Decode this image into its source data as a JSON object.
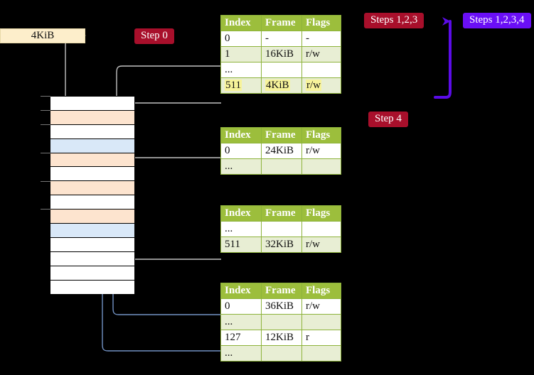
{
  "labels": {
    "size_label": "4KiB",
    "step0": "Step 0",
    "steps123": "Steps 1,2,3",
    "steps1234": "Steps 1,2,3,4",
    "step4": "Step 4"
  },
  "colors": {
    "badge_red": "#a80f2b",
    "badge_violet": "#6a0ff5",
    "table_header": "#9cbe3c",
    "table_alt_row": "#e8eed4",
    "highlight": "#f7f39a",
    "mem_peach": "#fde4cf",
    "mem_blue": "#d9e8f8",
    "label_bg": "#fdeecb",
    "connector_gray": "#b3b3b3",
    "connector_blue": "#7292c4",
    "background": "#000000"
  },
  "tables": {
    "headers": [
      "Index",
      "Frame",
      "Flags"
    ],
    "level4": {
      "name": "page-table-level-4",
      "rows": [
        {
          "index": "0",
          "frame": "-",
          "flags": "-",
          "alt": false,
          "highlight": false
        },
        {
          "index": "1",
          "frame": "16KiB",
          "flags": "r/w",
          "alt": true,
          "highlight": false
        },
        {
          "index": "...",
          "frame": "",
          "flags": "",
          "alt": false,
          "highlight": false
        },
        {
          "index": "511",
          "frame": "4KiB",
          "flags": "r/w",
          "alt": true,
          "highlight": true
        }
      ]
    },
    "level3": {
      "name": "page-table-level-3",
      "rows": [
        {
          "index": "0",
          "frame": "24KiB",
          "flags": "r/w",
          "alt": false,
          "highlight": false
        },
        {
          "index": "...",
          "frame": "",
          "flags": "",
          "alt": true,
          "highlight": false
        }
      ]
    },
    "level2": {
      "name": "page-table-level-2",
      "rows": [
        {
          "index": "...",
          "frame": "",
          "flags": "",
          "alt": false,
          "highlight": false
        },
        {
          "index": "511",
          "frame": "32KiB",
          "flags": "r/w",
          "alt": true,
          "highlight": false
        }
      ]
    },
    "level1": {
      "name": "page-table-level-1",
      "rows": [
        {
          "index": "0",
          "frame": "36KiB",
          "flags": "r/w",
          "alt": false,
          "highlight": false
        },
        {
          "index": "...",
          "frame": "",
          "flags": "",
          "alt": true,
          "highlight": false
        },
        {
          "index": "127",
          "frame": "12KiB",
          "flags": "r",
          "alt": false,
          "highlight": false
        },
        {
          "index": "...",
          "frame": "",
          "flags": "",
          "alt": true,
          "highlight": false
        }
      ]
    }
  },
  "memory_grid": {
    "name": "physical-memory-grid",
    "row_count": 14,
    "rows": [
      {
        "fill": "white"
      },
      {
        "fill": "peach"
      },
      {
        "fill": "white"
      },
      {
        "fill": "blue"
      },
      {
        "fill": "peach"
      },
      {
        "fill": "white"
      },
      {
        "fill": "peach"
      },
      {
        "fill": "white"
      },
      {
        "fill": "peach"
      },
      {
        "fill": "blue"
      },
      {
        "fill": "white"
      },
      {
        "fill": "white"
      },
      {
        "fill": "white"
      },
      {
        "fill": "white"
      }
    ],
    "tick_rows": [
      0,
      1,
      2,
      4,
      6,
      8
    ]
  }
}
